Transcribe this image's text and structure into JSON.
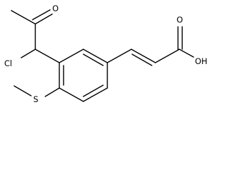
{
  "molecule": {
    "atoms": {
      "carbonyl_oxygen": "O",
      "chlorine": "Cl",
      "sulfur": "S",
      "acid_oxygen": "O",
      "hydroxyl": "OH"
    }
  },
  "colors": {
    "bond": "#000000",
    "label": "#000000",
    "background": "#ffffff"
  }
}
